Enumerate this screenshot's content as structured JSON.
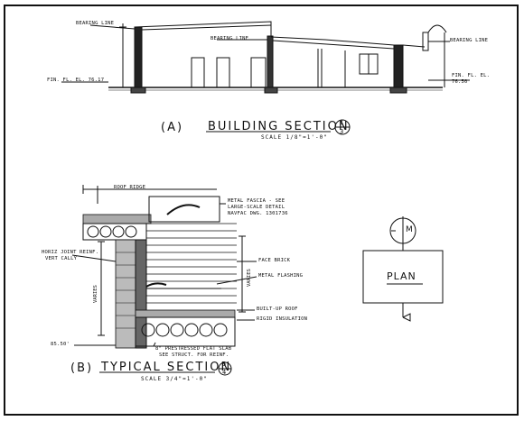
{
  "section_a": {
    "label": "(A)",
    "title": "BUILDING SECTION",
    "scale": "SCALE 1/8\"=1'-0\"",
    "ref_num": "1",
    "ref_den": "3",
    "labels": {
      "bearing_line_left": "BEARING LINE",
      "bearing_line_mid": "BEARING LINE",
      "bearing_line_right": "BEARING LINE",
      "fin_fl_left": "FIN. FL. EL. 76.17",
      "fin_fl_right_1": "FIN. FL. EL.",
      "fin_fl_right_2": "76.50"
    }
  },
  "section_b": {
    "label": "(B)",
    "title": "TYPICAL SECTION",
    "scale": "SCALE 3/4\"=1'-0\"",
    "ref_num": "5",
    "ref_den": "4",
    "labels": {
      "roof_ridge": "ROOF RIDGE",
      "fascia_1": "METAL FASCIA - SEE",
      "fascia_2": "LARGE-SCALE DETAIL",
      "fascia_3": "NAVFAC DWG. 1301736",
      "joint_1": "HORIZ JOINT REINF.",
      "joint_2": "VERT CALLY",
      "face_brick": "FACE BRICK",
      "flashing": "METAL FLASHING",
      "varies_left": "VARIES",
      "varies_right": "VARIES",
      "built_up": "BUILT-UP ROOF",
      "insulation": "RIGID INSULATION",
      "elev": "85.50'",
      "slab_1": "8\" PRESTRESSED FLAT SLAB",
      "slab_2": "SEE STRUCT. FOR REINF."
    }
  },
  "plan": {
    "label": "PLAN",
    "symbol": "M"
  }
}
